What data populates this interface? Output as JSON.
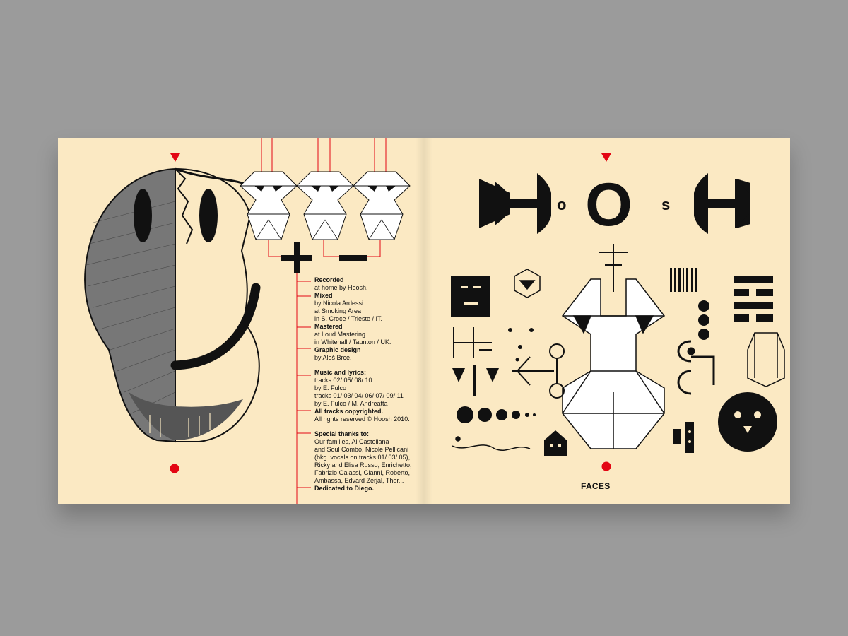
{
  "left_page": {
    "credits": {
      "recorded_label": "Recorded",
      "recorded_lines": [
        "at home by Hoosh."
      ],
      "mixed_label": "Mixed",
      "mixed_lines": [
        "by Nicola Ardessi",
        "at Smoking Area",
        "in S. Croce / Trieste / IT."
      ],
      "mastered_label": "Mastered",
      "mastered_lines": [
        "at Loud Mastering",
        "in Whitehall / Taunton / UK."
      ],
      "design_label": "Graphic design",
      "design_lines": [
        "by Aleš Brce."
      ],
      "music_label": "Music and lyrics:",
      "music_lines": [
        "tracks 02/ 05/ 08/ 10",
        "by E. Fulco",
        "tracks 01/ 03/ 04/ 06/ 07/ 09/ 11",
        "by E. Fulco / M. Andreatta"
      ],
      "copyright_label": "All tracks copyrighted.",
      "copyright_line": "All rights reserved © Hoosh 2010.",
      "thanks_label": "Special thanks to:",
      "thanks_lines": [
        "Our families, Al Castellana",
        "and Soul Combo, Nicole Pellicani",
        "(bkg. vocals on tracks 01/ 03/ 05),",
        "Ricky and Elisa Russo, Enrichetto,",
        "Fabrizio Galassi, Gianni, Roberto,",
        "Ambassa, Edvard Zerjal, Thor..."
      ],
      "dedication": "Dedicated to Diego."
    }
  },
  "right_page": {
    "logo_letters": [
      "H",
      "o",
      "O",
      "s",
      "H"
    ],
    "caption": "FACES"
  },
  "colors": {
    "paper": "#fbe9c3",
    "ink": "#111111",
    "accent_red": "#e30613",
    "backdrop": "#9b9b9b"
  }
}
